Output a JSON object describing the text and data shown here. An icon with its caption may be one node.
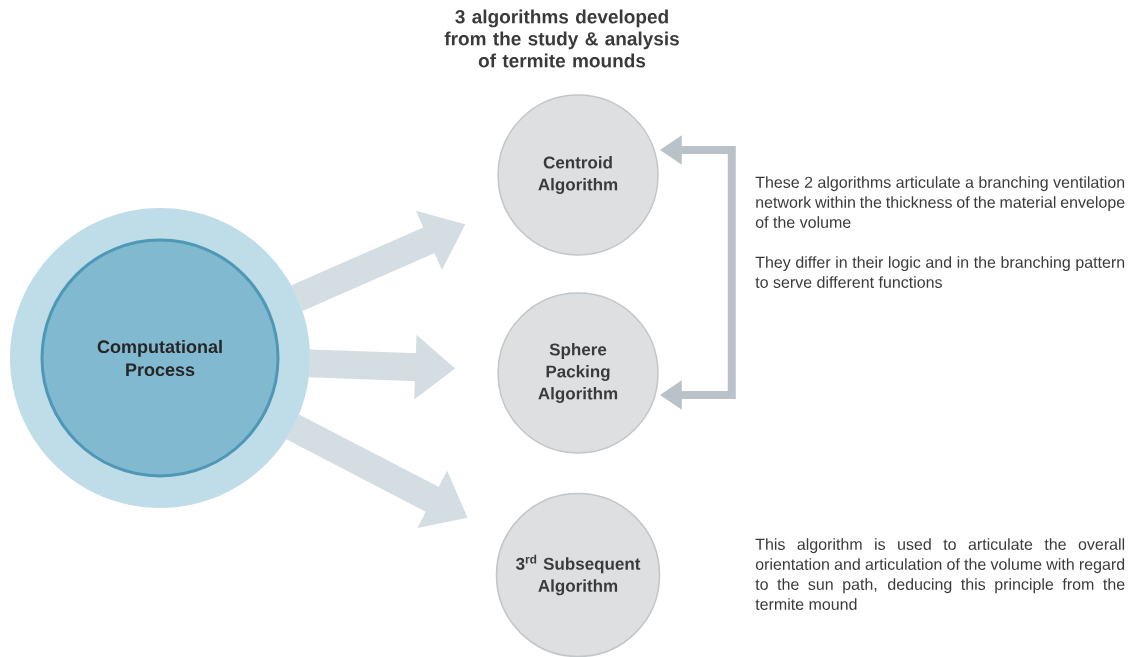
{
  "diagram": {
    "title": "3 algorithms developed from the study & analysis of termite mounds",
    "nodes": [
      {
        "text": [
          "Computational Process"
        ]
      },
      {
        "text": [
          "Centroid Algorithm"
        ]
      },
      {
        "text": [
          "Sphere Packing Algorithm"
        ]
      },
      {
        "text": [
          "3$^{rd}$ Subsequent Algorithm"
        ]
      },
      {
        "text": [
          "These 2 algorithms articulate a branching ventilation network within the thickness of the material envelope of the volume",
          "They differ in their logic and in the branching pattern to serve different functions"
        ]
      }
    ],
    "edges": [
      {
        "from": 0,
        "to": 1,
        "arrow": "to"
      },
      {
        "from": 0,
        "to": 2,
        "arrow": "to"
      },
      {
        "from": 0,
        "to": 3,
        "arrow": "to"
      },
      {
        "from": 1,
        "to": 2,
        "arrow": "both",
        "color": "#b9c1c9"
      }
    ],
    "labels": [
      "This algorithm is used to articulate the overall orientation and articulation of the volume with regard to the sun path, deducing this principle from the termite mound"
    ]
  }
}
